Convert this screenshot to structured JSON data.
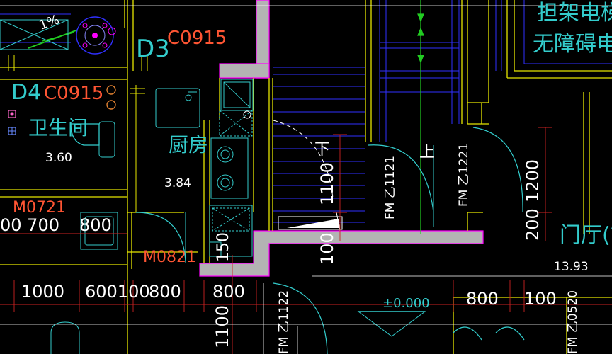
{
  "colors": {
    "background": "#000000",
    "wall_fill": "#b3b3b3",
    "wall_edge": "#ff00ff",
    "yellow": "#e6e600",
    "cyan": "#33cccc",
    "blue": "#3030ff",
    "green": "#22cc22",
    "red": "#ff5533",
    "white": "#ffffff",
    "orange": "#e08030",
    "grid_red": "#cc2222"
  },
  "labels": {
    "elevator_line1": "担架电梯",
    "elevator_line2": "无障碍电梯",
    "lobby": "门厅(前",
    "lobby_area": "13.93",
    "bathroom": "卫生间",
    "bathroom_area": "3.60",
    "kitchen": "厨房",
    "kitchen_area": "3.84",
    "window_d3_tag": "D3",
    "window_d3_code": "C0915",
    "window_d4_tag": "D4",
    "window_d4_code": "C0915",
    "door_m0721": "M0721",
    "door_m0821": "M0821",
    "stair_down": "下",
    "stair_up": "上",
    "elevation": "±0.000",
    "fire_door_1121": "FM 乙1121",
    "fire_door_1221": "FM 乙1221",
    "fire_door_1122": "FM 乙1122",
    "fire_door_0520": "FM 乙0520",
    "pct_mark": "1%"
  },
  "dimensions": {
    "bottom_1000": "1000",
    "bottom_600100": "600100",
    "bottom_800_a": "800",
    "bottom_800_b": "800",
    "bottom_800_c": "800",
    "bottom_100": "100",
    "left_700": "00 700",
    "left_800": "800",
    "v_1100_a": "1100",
    "v_100": "100",
    "v_150": "150",
    "v_1100_b": "1100",
    "v_1200": "1200",
    "v_200": "200"
  }
}
